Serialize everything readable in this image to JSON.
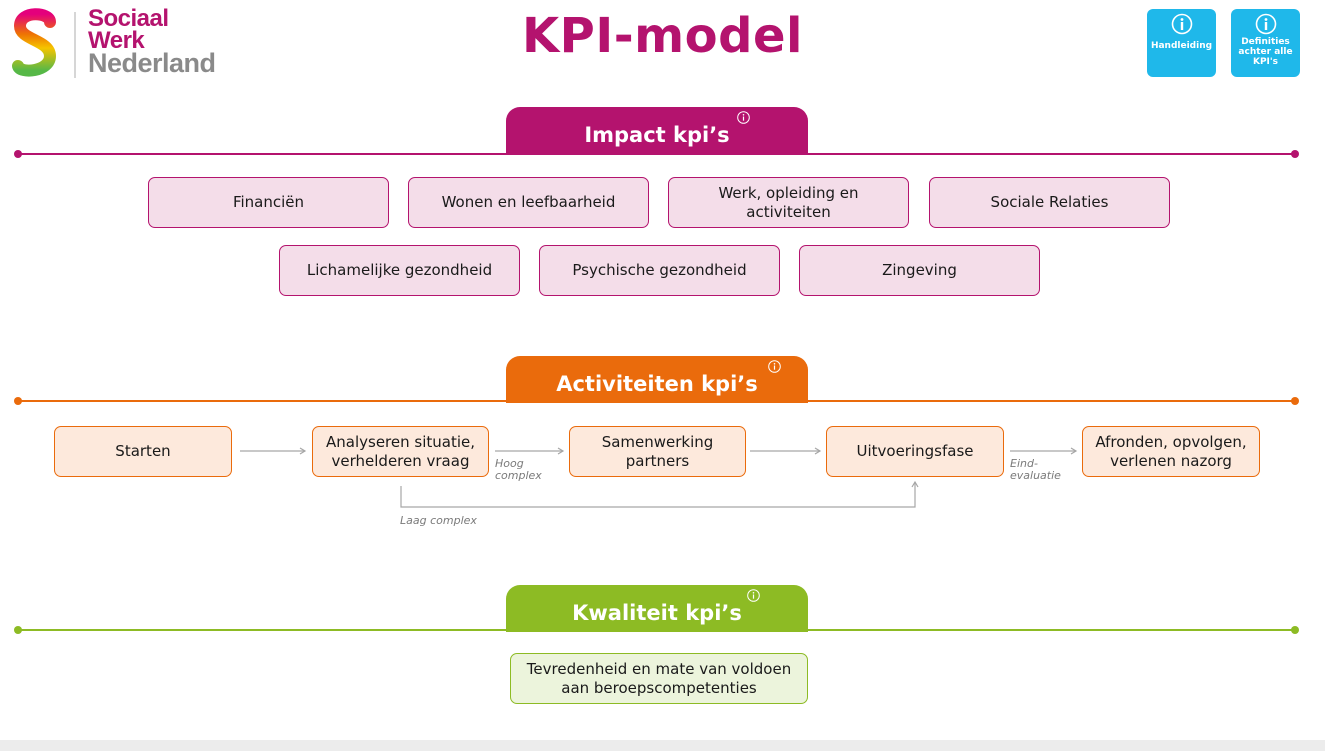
{
  "logo": {
    "line1": "Sociaal",
    "line2": "Werk",
    "line3": "Nederland"
  },
  "page_title": "KPI-model",
  "info_buttons": {
    "manual_label": "Handleiding",
    "definitions_label": "Definities achter alle KPI's"
  },
  "colors": {
    "impact": "#b4136e",
    "activities": "#ea6b0c",
    "quality": "#8dbb24",
    "info": "#1fb8ea"
  },
  "impact": {
    "title": "Impact kpi’s",
    "row1": [
      "Financiën",
      "Wonen en leefbaarheid",
      "Werk, opleiding en activiteiten",
      "Sociale Relaties"
    ],
    "row2": [
      "Lichamelijke gezondheid",
      "Psychische gezondheid",
      "Zingeving"
    ]
  },
  "activities": {
    "title": "Activiteiten kpi’s",
    "steps": [
      "Starten",
      "Analyseren situatie, verhelderen vraag",
      "Samenwerking partners",
      "Uitvoeringsfase",
      "Afronden, opvolgen, verlenen nazorg"
    ],
    "label_high_complex": "Hoog complex",
    "label_low_complex": "Laag complex",
    "label_final_eval": "Eind-evaluatie"
  },
  "quality": {
    "title": "Kwaliteit kpi’s",
    "item": "Tevredenheid en mate van voldoen aan beroepscompetenties"
  }
}
